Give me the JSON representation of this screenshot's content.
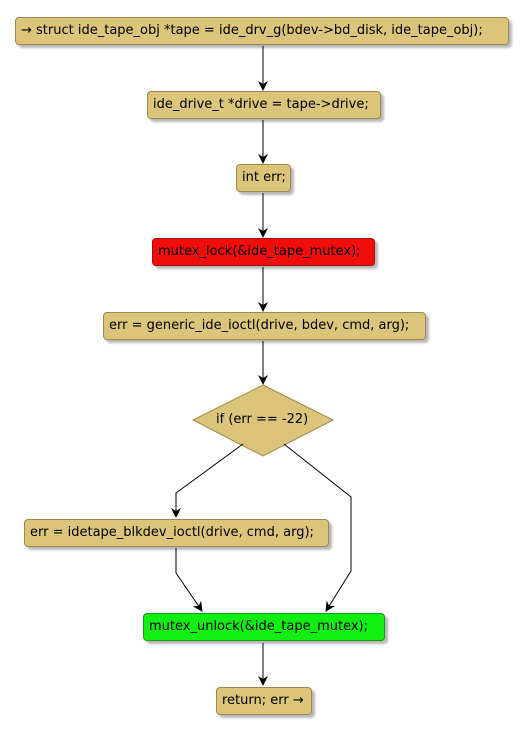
{
  "colors": {
    "action": "#dcc47a",
    "action_border": "#9c8a4a",
    "lock": "#f20d0d",
    "unlock": "#11ee11",
    "line": "#000000"
  },
  "nodes": {
    "n1": "→ struct ide_tape_obj *tape = ide_drv_g(bdev->bd_disk, ide_tape_obj);",
    "n2": "ide_drive_t *drive = tape->drive;",
    "n3": "int err;",
    "n4": "mutex_lock(&ide_tape_mutex);",
    "n5": "err = generic_ide_ioctl(drive, bdev, cmd, arg);",
    "decision": "if (err == -22)",
    "n6": "err = idetape_blkdev_ioctl(drive, cmd, arg);",
    "n7": "mutex_unlock(&ide_tape_mutex);",
    "n8": "return; err →"
  }
}
